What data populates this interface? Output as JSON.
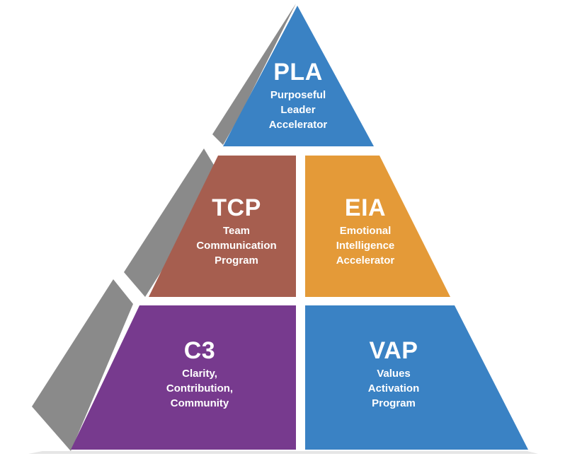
{
  "pyramid": {
    "colors": {
      "side": "#8a8a8a",
      "shadow": "#e6e6e6"
    },
    "top": {
      "abbr": "PLA",
      "lines": [
        "Purposeful",
        "Leader",
        "Accelerator"
      ],
      "color": "#3a82c4"
    },
    "middle_left": {
      "abbr": "TCP",
      "lines": [
        "Team",
        "Communication",
        "Program"
      ],
      "color": "#a65e4f"
    },
    "middle_right": {
      "abbr": "EIA",
      "lines": [
        "Emotional",
        "Intelligence",
        "Accelerator"
      ],
      "color": "#e49a38"
    },
    "bottom_left": {
      "abbr": "C3",
      "lines": [
        "Clarity,",
        "Contribution,",
        "Community"
      ],
      "color": "#773a8e"
    },
    "bottom_right": {
      "abbr": "VAP",
      "lines": [
        "Values",
        "Activation",
        "Program"
      ],
      "color": "#3a82c4"
    }
  }
}
